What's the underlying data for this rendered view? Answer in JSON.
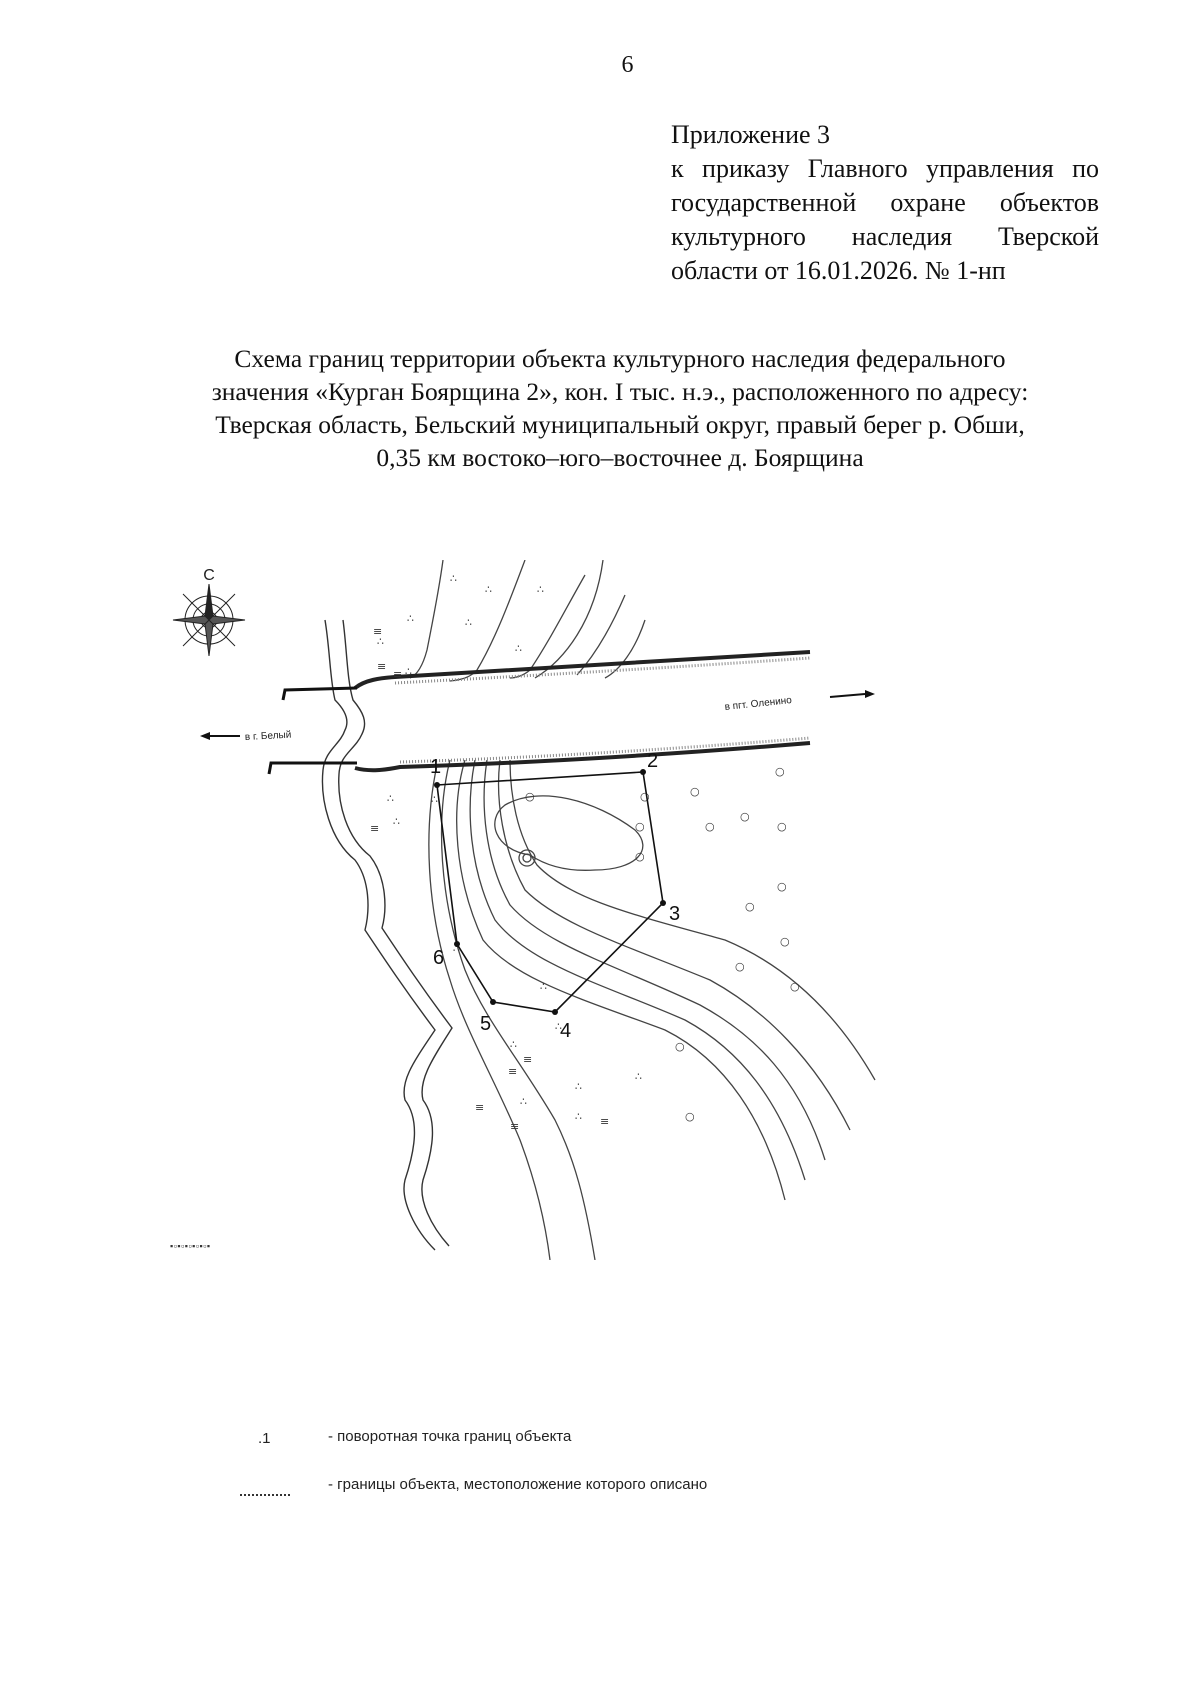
{
  "page": {
    "number": "6"
  },
  "appendix": {
    "line1": "Приложение 3",
    "body": "к приказу Главного управления по государственной охране объектов культурного наследия Тверской области от 16.01.2026. № 1-нп"
  },
  "title": {
    "line1": "Схема границ территории объекта культурного наследия федерального",
    "line2": "значения «Курган Боярщина 2», кон. I тыс. н.э., расположенного по адресу:",
    "line3": "Тверская область, Бельский муниципальный округ, правый берег р. Обши,",
    "line4": "0,35 км востоко–юго–восточнее д. Боярщина"
  },
  "map": {
    "north_label": "С",
    "road_left_label": "в г. Белый",
    "road_right_label": "в пгт. Оленино",
    "points": [
      "1",
      "2",
      "3",
      "4",
      "5",
      "6"
    ],
    "boundary_color": "#111111"
  },
  "legend": {
    "point_symbol": ".1",
    "point_text": "- поворотная точка границ объекта",
    "boundary_text": "- границы объекта, местоположение которого описано"
  }
}
